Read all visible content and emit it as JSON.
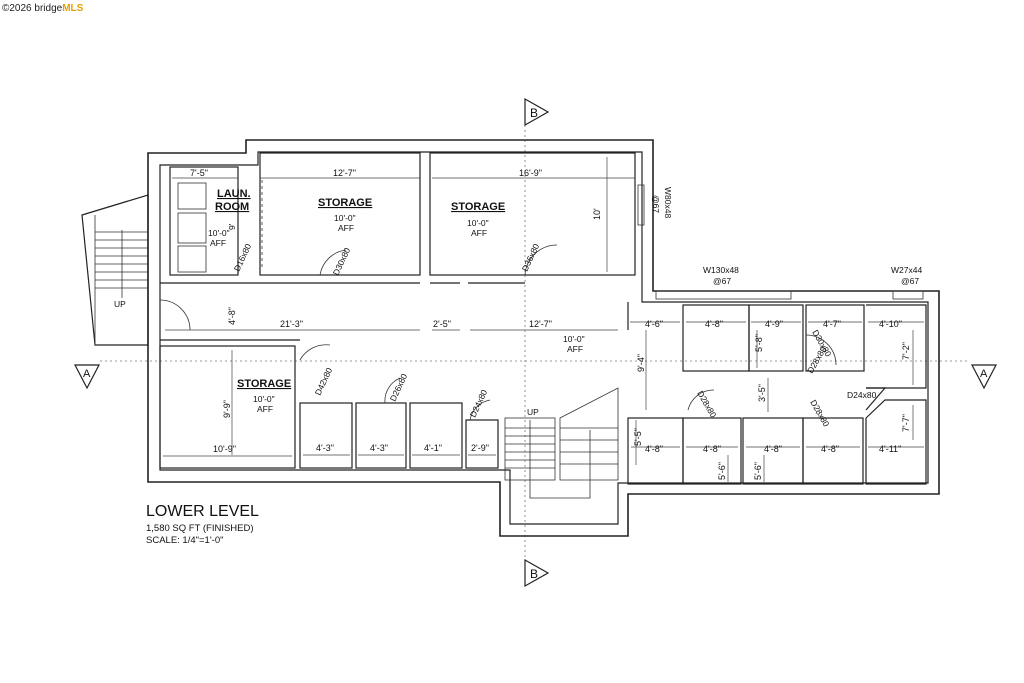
{
  "watermark": {
    "prefix": "©2026 bridge",
    "brand": "MLS"
  },
  "title": "LOWER LEVEL",
  "subtitle_area": "1,580 SQ FT (FINISHED)",
  "subtitle_scale": "SCALE: 1/4\"=1'-0\"",
  "section_markers": {
    "b": "B",
    "a": "A"
  },
  "rooms": {
    "laundry_1": "LAUN.",
    "laundry_2": "ROOM",
    "storage": "STORAGE",
    "ceiling": "10'-0\"",
    "aff": "AFF",
    "up": "UP"
  },
  "windows": {
    "w80": "W80x48",
    "w80_sill": "@67",
    "w130": "W130x48",
    "w130_sill": "@67",
    "w27": "W27x44",
    "w27_sill": "@67"
  },
  "doors": {
    "d16": "D16x80",
    "d30": "D30x80",
    "d36": "D36x80",
    "d42": "D42x80",
    "d26": "D26x80",
    "d24": "D24x80",
    "d28": "D28x80"
  },
  "dims": {
    "d7_5": "7'-5\"",
    "d12_7": "12'-7\"",
    "d16_9": "16'-9\"",
    "d10": "10'",
    "d9": "9'",
    "d4_8": "4'-8\"",
    "d21_3": "21'-3\"",
    "d2_5": "2'-5\"",
    "d4_6": "4'-6\"",
    "d4_9": "4'-9\"",
    "d4_7": "4'-7\"",
    "d4_10": "4'-10\"",
    "d5_8": "5'-8\"",
    "d7_2": "7'-2\"",
    "d9_4": "9'-4\"",
    "d3_5": "3'-5\"",
    "d9_9": "9'-9\"",
    "d10_9": "10'-9\"",
    "d4_3": "4'-3\"",
    "d4_1": "4'-1\"",
    "d2_9": "2'-9\"",
    "d5_5": "5'-5\"",
    "d5_6": "5'-6\"",
    "d7_7": "7'-7\"",
    "d4_11": "4'-11\""
  }
}
